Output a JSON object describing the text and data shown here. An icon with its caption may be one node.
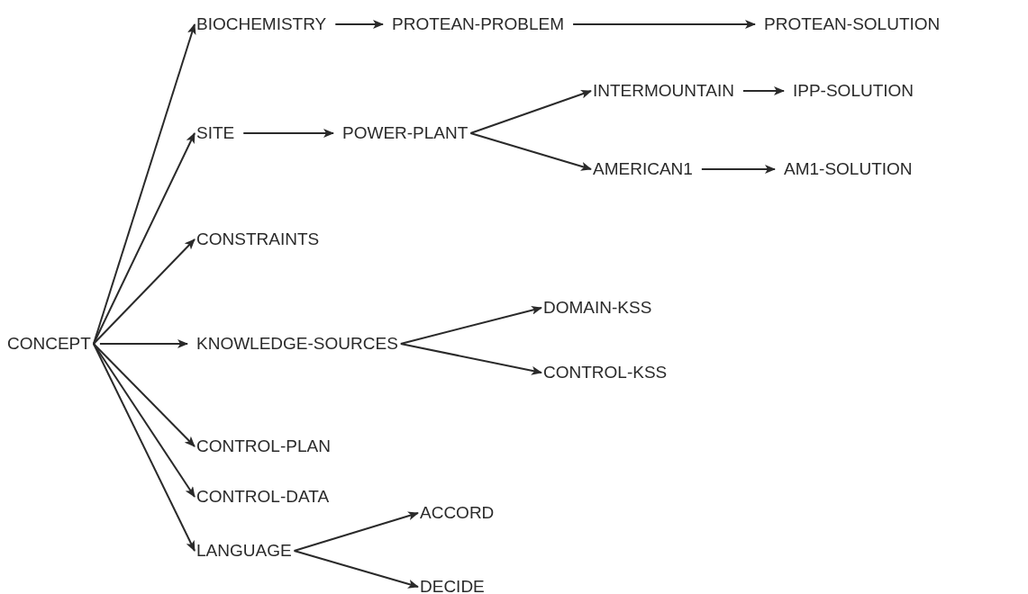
{
  "diagram": {
    "nodes": [
      {
        "text": [
          "CONCEPT"
        ]
      },
      {
        "text": [
          "BIOCHEMISTRY"
        ]
      },
      {
        "text": [
          "PROTEAN-PROBLEM"
        ]
      },
      {
        "text": [
          "PROTEAN-SOLUTION"
        ]
      },
      {
        "text": [
          "SITE"
        ]
      },
      {
        "text": [
          "POWER-PLANT"
        ]
      },
      {
        "text": [
          "INTERMOUNTAIN"
        ]
      },
      {
        "text": [
          "IPP-SOLUTION"
        ]
      },
      {
        "text": [
          "AMERICAN1"
        ]
      },
      {
        "text": [
          "AM1-SOLUTION"
        ]
      },
      {
        "text": [
          "CONSTRAINTS"
        ]
      },
      {
        "text": [
          "KNOWLEDGE-SOURCES"
        ]
      },
      {
        "text": [
          "DOMAIN-KSS"
        ]
      },
      {
        "text": [
          "CONTROL-KSS"
        ]
      },
      {
        "text": [
          "CONTROL-PLAN"
        ]
      },
      {
        "text": [
          "CONTROL-DATA"
        ]
      },
      {
        "text": [
          "LANGUAGE"
        ]
      },
      {
        "text": [
          "ACCORD"
        ]
      },
      {
        "text": [
          "DECIDE"
        ]
      }
    ],
    "edges": [
      {
        "from": 0,
        "to": 1,
        "arrow": "to"
      },
      {
        "from": 0,
        "to": 4,
        "arrow": "to"
      },
      {
        "from": 0,
        "to": 10,
        "arrow": "to"
      },
      {
        "from": 0,
        "to": 11,
        "arrow": "to"
      },
      {
        "from": 0,
        "to": 14,
        "arrow": "to"
      },
      {
        "from": 0,
        "to": 15,
        "arrow": "to"
      },
      {
        "from": 0,
        "to": 16,
        "arrow": "to"
      },
      {
        "from": 1,
        "to": 2,
        "arrow": "to"
      },
      {
        "from": 2,
        "to": 3,
        "arrow": "to"
      },
      {
        "from": 4,
        "to": 5,
        "arrow": "to"
      },
      {
        "from": 5,
        "to": 6,
        "arrow": "to"
      },
      {
        "from": 5,
        "to": 8,
        "arrow": "to"
      },
      {
        "from": 6,
        "to": 7,
        "arrow": "to"
      },
      {
        "from": 8,
        "to": 9,
        "arrow": "to"
      },
      {
        "from": 11,
        "to": 12,
        "arrow": "to"
      },
      {
        "from": 11,
        "to": 13,
        "arrow": "to"
      },
      {
        "from": 16,
        "to": 17,
        "arrow": "to"
      },
      {
        "from": 16,
        "to": 18,
        "arrow": "to"
      }
    ]
  }
}
